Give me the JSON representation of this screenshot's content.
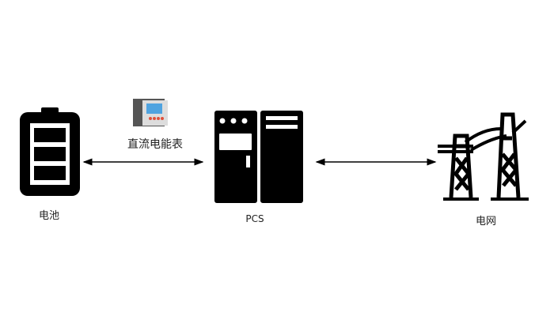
{
  "nodes": {
    "battery": {
      "label": "电池"
    },
    "meter": {
      "label": "直流电能表"
    },
    "pcs": {
      "label": "PCS"
    },
    "grid": {
      "label": "电网"
    }
  },
  "colors": {
    "icon": "#000000",
    "meter_screen": "#4fa3e0",
    "meter_button": "#e0503a"
  }
}
